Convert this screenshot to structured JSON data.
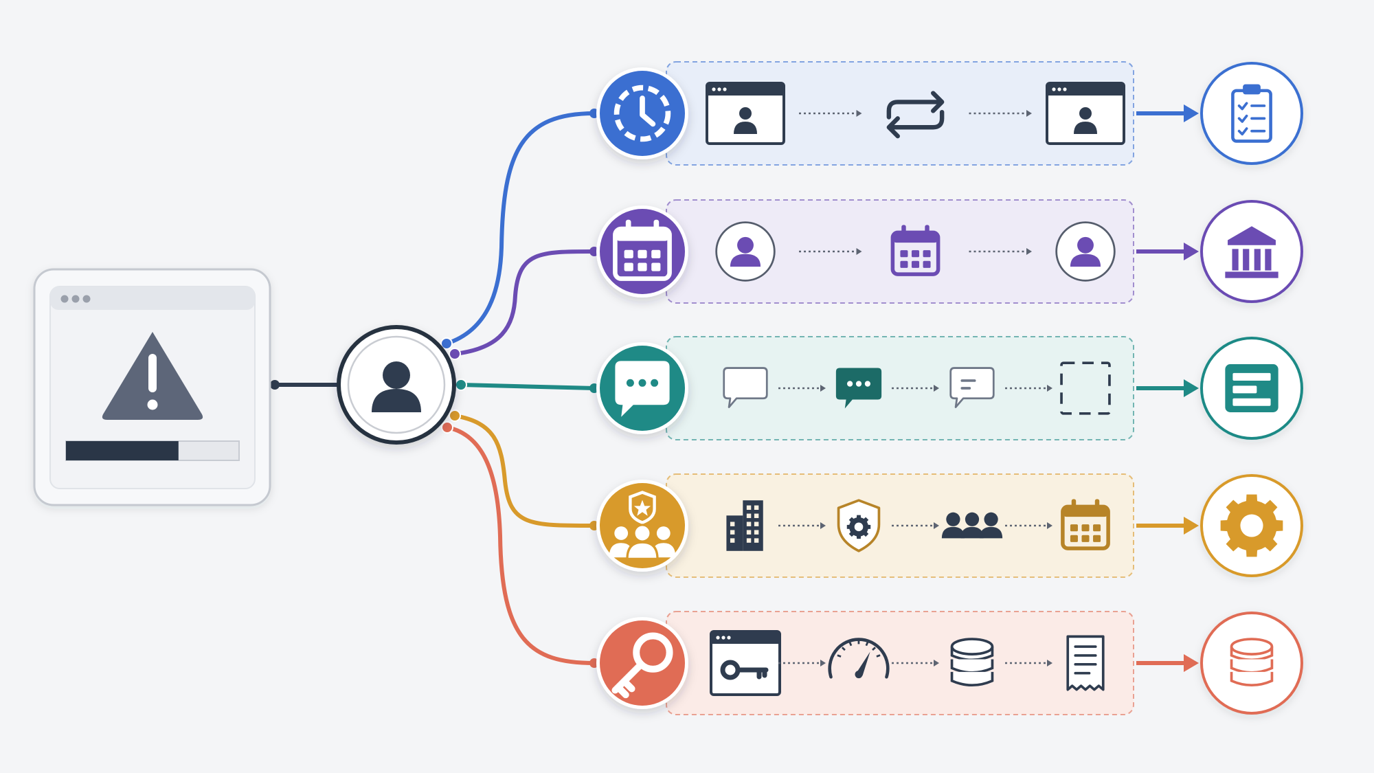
{
  "colors": {
    "background": "#f4f5f7",
    "ink": "#2f3c4f",
    "blue": "#3b6fd1",
    "purple": "#6b4cb3",
    "teal": "#1f8a86",
    "amber": "#d89a2b",
    "coral": "#e06c55"
  },
  "source": {
    "icon": "warning-icon",
    "progress": 0.65,
    "hub_icon": "user-icon"
  },
  "rows": [
    {
      "id": "session",
      "color": "#3b6fd1",
      "lane_fill": "#e8eef9",
      "start_icon": "clock-timeout-icon",
      "steps": [
        "browser-user-icon",
        "sync-arrows-icon",
        "browser-user-icon"
      ],
      "end_icon": "clipboard-checklist-icon"
    },
    {
      "id": "schedule",
      "color": "#6b4cb3",
      "lane_fill": "#eeebf7",
      "start_icon": "calendar-icon",
      "steps": [
        "user-circle-icon",
        "calendar-icon",
        "user-circle-icon"
      ],
      "end_icon": "bank-icon"
    },
    {
      "id": "messaging",
      "color": "#1f8a86",
      "lane_fill": "#e7f3f2",
      "start_icon": "chat-bubble-icon",
      "steps": [
        "chat-empty-icon",
        "chat-dots-icon",
        "chat-lines-icon",
        "dashed-frame-icon"
      ],
      "end_icon": "form-fields-icon"
    },
    {
      "id": "organization",
      "color": "#d89a2b",
      "lane_fill": "#f9f1e1",
      "start_icon": "team-shield-icon",
      "steps": [
        "building-icon",
        "shield-gear-icon",
        "group-icon",
        "calendar-icon"
      ],
      "end_icon": "gear-icon"
    },
    {
      "id": "access",
      "color": "#e06c55",
      "lane_fill": "#fbebe7",
      "start_icon": "key-icon",
      "steps": [
        "browser-key-icon",
        "speedometer-icon",
        "database-icon",
        "receipt-icon"
      ],
      "end_icon": "database-icon"
    }
  ]
}
